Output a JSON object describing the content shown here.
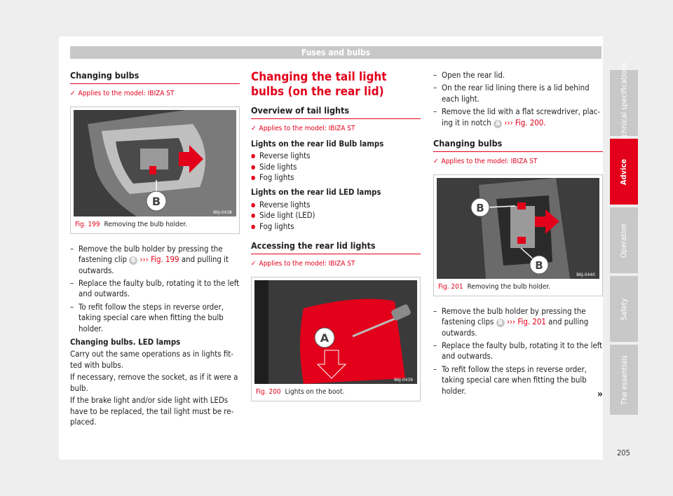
{
  "header": "Fuses and bulbs",
  "page_number": "205",
  "side_tabs": [
    {
      "label": "Technical specifications",
      "active": false
    },
    {
      "label": "Advice",
      "active": true
    },
    {
      "label": "Operation",
      "active": false
    },
    {
      "label": "Safety",
      "active": false
    },
    {
      "label": "The essentials",
      "active": false
    }
  ],
  "col1": {
    "title": "Changing bulbs",
    "applies": "Applies to the model: IBIZA ST",
    "fig_code": "B6J-0438",
    "fig_letter": "B",
    "fig_num": "Fig. 199",
    "fig_caption": "Removing the bulb holder.",
    "step1_a": "Remove the bulb holder by pressing the fastening clip",
    "step1_lbl": "B",
    "step1_ref": "››› Fig. 199",
    "step1_b": "and pulling it outwards.",
    "step2": "Replace the faulty bulb, rotating it to the left and outwards.",
    "step3": "To refit follow the steps in reverse order, taking special care when fitting the bulb holder.",
    "led_heading": "Changing bulbs. LED lamps",
    "p1": "Carry out the same operations as in lights fit-ted with bulbs.",
    "p2": "If necessary, remove the socket, as if it were a bulb.",
    "p3": "If the brake light and/or side light with LEDs have to be replaced, the tail light must be re-placed."
  },
  "col2": {
    "title": "Changing the tail light bulbs (on the rear lid)",
    "sub1": "Overview of tail lights",
    "applies1": "Applies to the model: IBIZA ST",
    "bulb_heading": "Lights on the rear lid Bulb lamps",
    "bulb_items": [
      "Reverse lights",
      "Side lights",
      "Fog lights"
    ],
    "led_heading": "Lights on the rear lid LED lamps",
    "led_items": [
      "Reverse lights",
      "Side light (LED)",
      "Fog lights"
    ],
    "sub2": "Accessing the rear lid lights",
    "applies2": "Applies to the model: IBIZA ST",
    "fig_code": "B6J-0439",
    "fig_letter": "A",
    "fig_num": "Fig. 200",
    "fig_caption": "Lights on the boot."
  },
  "col3": {
    "step1": "Open the rear lid.",
    "step2": "On the rear lid lining there is a lid behind each light.",
    "step3_a": "Remove the lid with a flat screwdriver, plac-ing it in notch",
    "step3_lbl": "A",
    "step3_ref": "››› Fig. 200.",
    "title": "Changing bulbs",
    "applies": "Applies to the model: IBIZA ST",
    "fig_code": "B6J-0440",
    "fig_letter1": "B",
    "fig_letter2": "B",
    "fig_num": "Fig. 201",
    "fig_caption": "Removing the bulb holder.",
    "s1_a": "Remove the bulb holder by pressing the fastening clips",
    "s1_lbl": "B",
    "s1_ref": "››› Fig. 201",
    "s1_b": "and pulling outwards.",
    "s2": "Replace the faulty bulb, rotating it to the left and outwards.",
    "s3": "To refit follow the steps in reverse order, taking special care when fitting the bulb holder.",
    "continue": "»"
  }
}
